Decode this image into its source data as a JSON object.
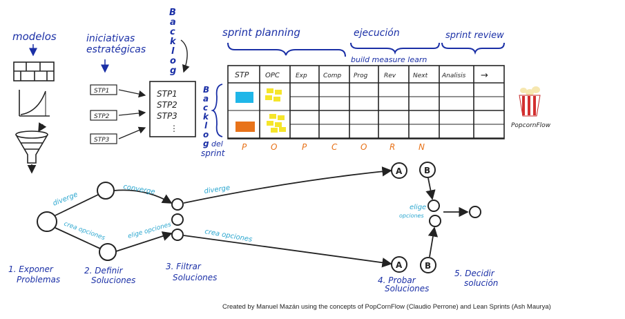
{
  "top": {
    "modelos": "modelos",
    "iniciativas_line1": "iniciativas",
    "iniciativas_line2": "estratégicas",
    "backlog_vertical": [
      "B",
      "a",
      "c",
      "k",
      "l",
      "o",
      "g"
    ],
    "stp_small": [
      "STP1",
      "STP2",
      "STP3"
    ],
    "backlog_box": [
      "STP1",
      "STP2",
      "STP3",
      "⋮"
    ],
    "sprint_planning": "sprint planning",
    "ejecucion": "ejecución",
    "sprint_review": "sprint review",
    "build_measure_learn": "build measure learn",
    "table_headers": [
      "STP",
      "OPC",
      "Exp",
      "Comp",
      "Prog",
      "Rev",
      "Next",
      "Analisis",
      "→"
    ],
    "backlog_del_sprint_vertical": [
      "B",
      "a",
      "c",
      "k",
      "l",
      "o",
      "g"
    ],
    "backlog_del_sprint_suffix": [
      "del",
      "sprint"
    ],
    "popcorn_letters": [
      "P",
      "O",
      "P",
      "C",
      "O",
      "R",
      "N"
    ],
    "popcorn_logo_text": "PopcornFlow"
  },
  "flow": {
    "diverge1": "diverge",
    "converge": "converge",
    "diverge2": "diverge",
    "crea_opciones1": "crea opciones",
    "elige_opciones": "elige opciones",
    "crea_opciones2": "crea opciones",
    "elige_opciones2_line1": "elige",
    "elige_opciones2_line2": "opciones",
    "node_A_top": "A",
    "node_B_top": "B",
    "node_A_bottom": "A",
    "node_B_bottom": "B",
    "step1_line1": "1. Exponer",
    "step1_line2": "Problemas",
    "step2_line1": "2. Definir",
    "step2_line2": "Soluciones",
    "step3_line1": "3. Filtrar",
    "step3_line2": "Soluciones",
    "step4_line1": "4. Probar",
    "step4_line2": "Soluciones",
    "step5_line1": "5. Decidir",
    "step5_line2": "solución"
  },
  "credit": "Created by Manuel Mazán using the concepts of PopCornFlow (Claudio Perrone) and Lean Sprints (Ash Maurya)",
  "colors": {
    "blue": "#1a2fa6",
    "cyan": "#2aa6cf",
    "orange": "#e8731a",
    "sticky_yellow": "#f5e52a",
    "sticky_cyan": "#1fb6e8"
  }
}
